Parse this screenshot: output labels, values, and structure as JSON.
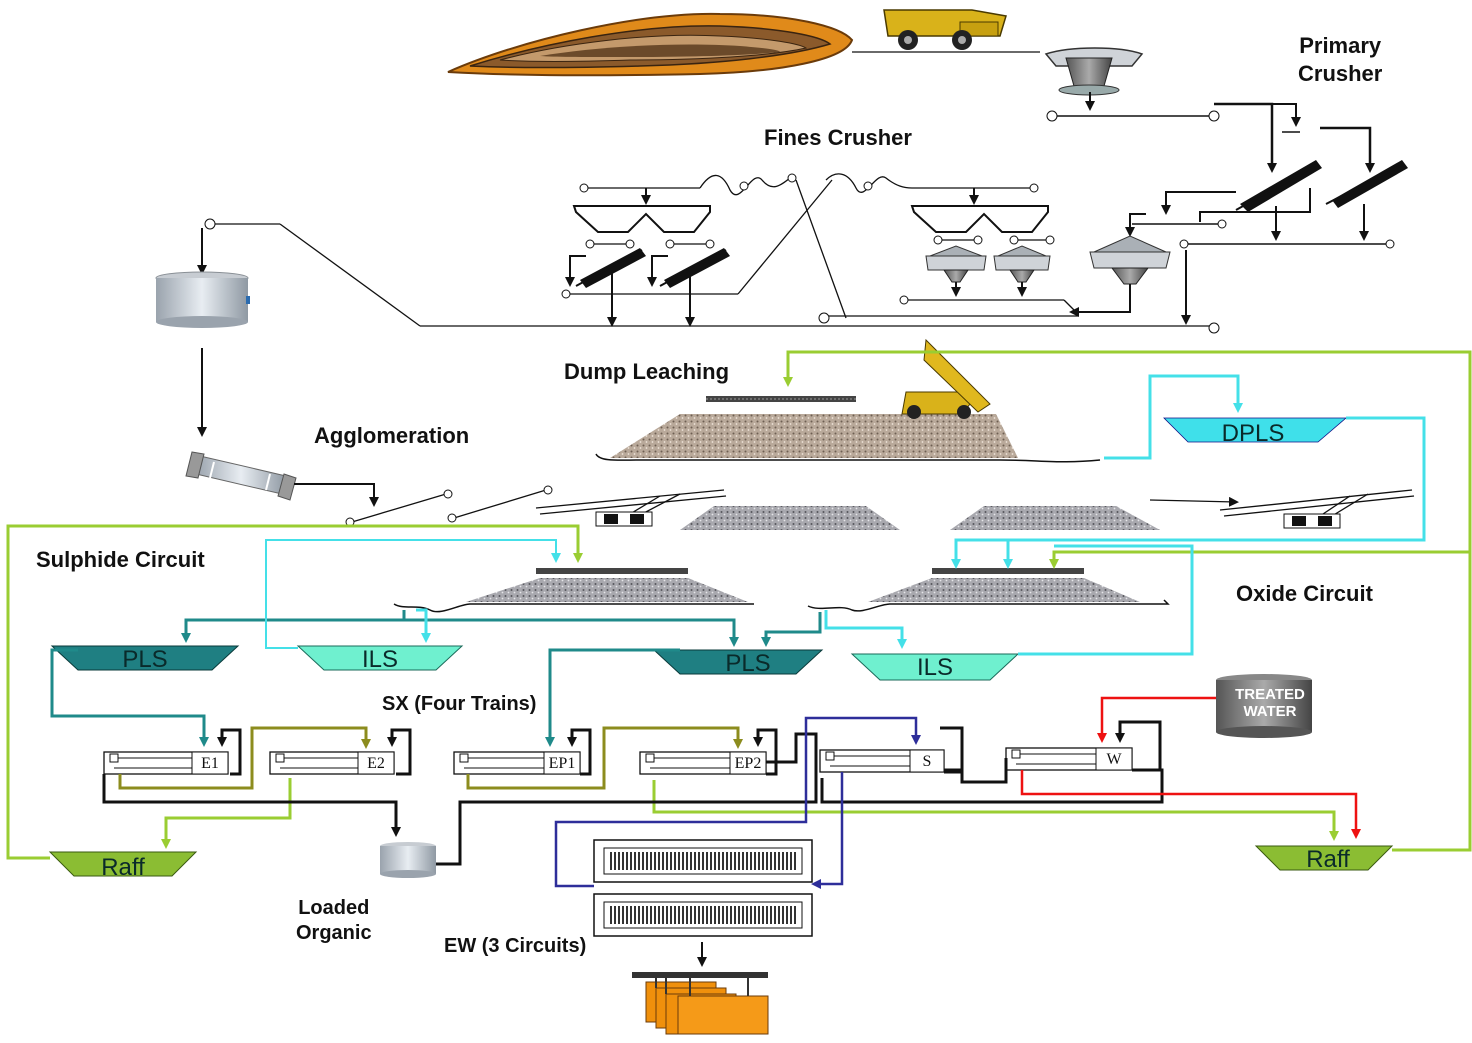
{
  "labels": {
    "primary_crusher": "Primary\nCrusher",
    "fines_crusher": "Fines Crusher",
    "dump_leaching": "Dump Leaching",
    "agglomeration": "Agglomeration",
    "sulphide_circuit": "Sulphide Circuit",
    "oxide_circuit": "Oxide Circuit",
    "sx": "SX (Four Trains)",
    "loaded_organic": "Loaded\nOrganic",
    "ew": "EW (3 Circuits)"
  },
  "tanks": {
    "dpls": "DPLS",
    "pls_1": "PLS",
    "ils_1": "ILS",
    "pls_2": "PLS",
    "ils_2": "ILS",
    "raff_1": "Raff",
    "raff_2": "Raff"
  },
  "treated_water": "TREATED\nWATER",
  "cells": {
    "e1": "E1",
    "e2": "E2",
    "ep1": "EP1",
    "ep2": "EP2",
    "s": "S",
    "w": "W"
  },
  "colors": {
    "raffinate": "#9acd32",
    "pls": "#1f8a8a",
    "ils": "#44e0e8",
    "strip": "#2e2e9a",
    "water": "#ee1111",
    "organic": "#8c8c1e",
    "ore": "#111111"
  }
}
